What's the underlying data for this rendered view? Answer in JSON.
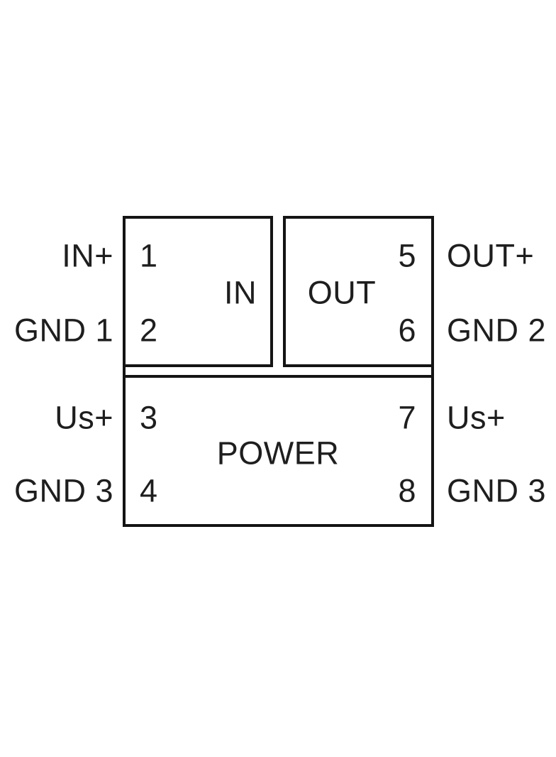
{
  "diagram": {
    "description": "Terminal connection diagram with IN, OUT and POWER blocks and numbered pins 1-8",
    "colors": {
      "line": "#141414",
      "text": "#1e1e1e",
      "background": "#ffffff"
    },
    "blocks": {
      "in": {
        "label": "IN"
      },
      "out": {
        "label": "OUT"
      },
      "power": {
        "label": "POWER"
      }
    },
    "pins": {
      "p1": {
        "number": "1",
        "external": "IN+",
        "block": "IN",
        "side": "left"
      },
      "p2": {
        "number": "2",
        "external": "GND 1",
        "block": "IN",
        "side": "left"
      },
      "p3": {
        "number": "3",
        "external": "Us+",
        "block": "POWER",
        "side": "left"
      },
      "p4": {
        "number": "4",
        "external": "GND 3",
        "block": "POWER",
        "side": "left"
      },
      "p5": {
        "number": "5",
        "external": "OUT+",
        "block": "OUT",
        "side": "right"
      },
      "p6": {
        "number": "6",
        "external": "GND 2",
        "block": "OUT",
        "side": "right"
      },
      "p7": {
        "number": "7",
        "external": "Us+",
        "block": "POWER",
        "side": "right"
      },
      "p8": {
        "number": "8",
        "external": "GND 3",
        "block": "POWER",
        "side": "right"
      }
    }
  }
}
